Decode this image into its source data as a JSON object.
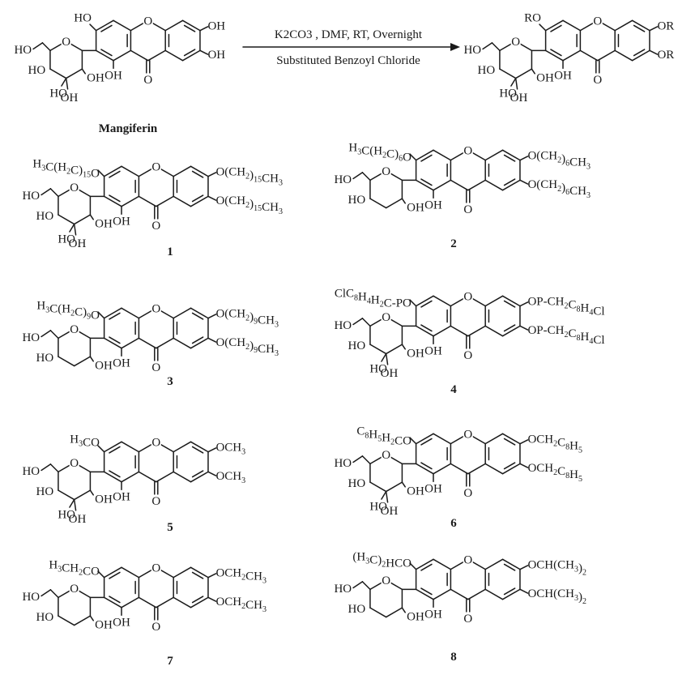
{
  "reaction": {
    "reagents": "K2CO3 , DMF, RT, Overnight",
    "reagent2": "Substituted Benzoyl Chloride",
    "starting_name": "Mangiferin",
    "starting": {
      "sugar": "HO",
      "s2": "HO",
      "s3": "HO",
      "s4": "OH",
      "s5": "OH",
      "tl": "HO",
      "tr": "OH",
      "br": "OH",
      "oh": "OH",
      "co": "O",
      "ring_o": "O",
      "pyr_o": "O"
    },
    "product": {
      "sugar": "HO",
      "s2": "HO",
      "s3": "HO",
      "s4": "OH",
      "s5": "OH",
      "tl": "RO",
      "tr": "OR",
      "br": "OR",
      "oh": "OH",
      "co": "O",
      "ring_o": "O",
      "pyr_o": "O"
    }
  },
  "compounds": [
    {
      "number": "1",
      "tl": "H3C(H2C)15O",
      "tr": "O(CH2)15CH3",
      "br": "O(CH2)15CH3",
      "sugar": "HO",
      "s2": "HO",
      "s3": "HO",
      "s4": "OH",
      "s5": "OH",
      "oh": "OH",
      "co": "O",
      "ring_o": "O",
      "pyr_o": "O"
    },
    {
      "number": "2",
      "tl": "H3C(H2C)6O",
      "tr": "O(CH2)6CH3",
      "br": "O(CH2)6CH3",
      "sugar": "HO",
      "s2": "HO",
      "s3": "",
      "s4": "OH",
      "s5": "",
      "oh": "OH",
      "co": "O",
      "ring_o": "O",
      "pyr_o": "O"
    },
    {
      "number": "3",
      "tl": "H3C(H2C)9O",
      "tr": "O(CH2)9CH3",
      "br": "O(CH2)9CH3",
      "sugar": "HO",
      "s2": "HO",
      "s3": "",
      "s4": "OH",
      "s5": "",
      "oh": "OH",
      "co": "O",
      "ring_o": "O",
      "pyr_o": "O"
    },
    {
      "number": "4",
      "tl": "ClC8H4H2C-PO",
      "tr": "OP-CH2C8H4Cl",
      "br": "OP-CH2C8H4Cl",
      "sugar": "HO",
      "s2": "HO",
      "s3": "HO",
      "s4": "OH",
      "s5": "OH",
      "oh": "OH",
      "co": "O",
      "ring_o": "O",
      "pyr_o": "O"
    },
    {
      "number": "5",
      "tl": "H3CO",
      "tr": "OCH3",
      "br": "OCH3",
      "sugar": "HO",
      "s2": "HO",
      "s3": "HO",
      "s4": "OH",
      "s5": "OH",
      "oh": "OH",
      "co": "O",
      "ring_o": "O",
      "pyr_o": "O"
    },
    {
      "number": "6",
      "tl": "C8H5H2CO",
      "tr": "OCH2C8H5",
      "br": "OCH2C8H5",
      "sugar": "HO",
      "s2": "HO",
      "s3": "HO",
      "s4": "OH",
      "s5": "OH",
      "oh": "OH",
      "co": "O",
      "ring_o": "O",
      "pyr_o": "O"
    },
    {
      "number": "7",
      "tl": "H3CH2CO",
      "tr": "OCH2CH3",
      "br": "OCH2CH3",
      "sugar": "HO",
      "s2": "HO",
      "s3": "",
      "s4": "OH",
      "s5": "",
      "oh": "OH",
      "co": "O",
      "ring_o": "O",
      "pyr_o": "O"
    },
    {
      "number": "8",
      "tl": "(H3C)2HCO",
      "tr": "OCH(CH3)2",
      "br": "OCH(CH3)2",
      "sugar": "HO",
      "s2": "HO",
      "s3": "",
      "s4": "OH",
      "s5": "",
      "oh": "OH",
      "co": "O",
      "ring_o": "O",
      "pyr_o": "O"
    }
  ]
}
